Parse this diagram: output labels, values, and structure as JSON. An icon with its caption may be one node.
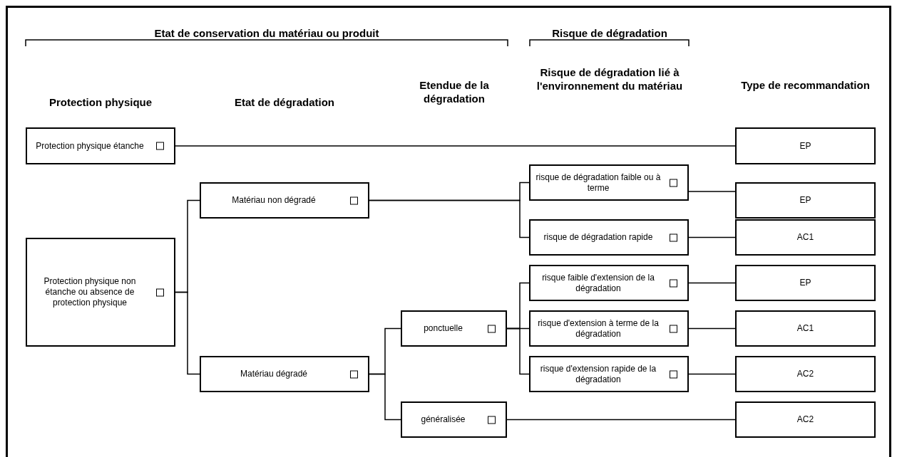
{
  "diagram": {
    "nodes": [
      {
        "text": [
          "Protection physique étanche"
        ]
      },
      {
        "text": [
          "Protection physique non étanche ou absence de protection physique"
        ]
      },
      {
        "text": [
          "Matériau non dégradé"
        ]
      },
      {
        "text": [
          "Matériau dégradé"
        ]
      },
      {
        "text": [
          "ponctuelle"
        ]
      },
      {
        "text": [
          "généralisée"
        ]
      },
      {
        "text": [
          "risque de dégradation faible ou à terme"
        ]
      },
      {
        "text": [
          "risque de dégradation rapide"
        ]
      },
      {
        "text": [
          "risque faible d'extension de la dégradation"
        ]
      },
      {
        "text": [
          "risque d'extension à terme de la dégradation"
        ]
      },
      {
        "text": [
          "risque d'extension rapide de la dégradation"
        ]
      },
      {
        "text": [
          "EP"
        ]
      },
      {
        "text": [
          "EP"
        ]
      },
      {
        "text": [
          "AC1"
        ]
      },
      {
        "text": [
          "EP"
        ]
      },
      {
        "text": [
          "AC1"
        ]
      },
      {
        "text": [
          "AC2"
        ]
      },
      {
        "text": [
          "AC2"
        ]
      }
    ],
    "edges": [
      {
        "from": 0,
        "to": 11,
        "arrow": "none"
      },
      {
        "from": 1,
        "to": 2,
        "arrow": "none"
      },
      {
        "from": 1,
        "to": 3,
        "arrow": "none"
      },
      {
        "from": 2,
        "to": 6,
        "arrow": "none"
      },
      {
        "from": 2,
        "to": 7,
        "arrow": "none"
      },
      {
        "from": 3,
        "to": 4,
        "arrow": "none"
      },
      {
        "from": 3,
        "to": 5,
        "arrow": "none"
      },
      {
        "from": 4,
        "to": 8,
        "arrow": "none"
      },
      {
        "from": 4,
        "to": 9,
        "arrow": "none"
      },
      {
        "from": 4,
        "to": 10,
        "arrow": "none"
      },
      {
        "from": 6,
        "to": 12,
        "arrow": "none"
      },
      {
        "from": 7,
        "to": 13,
        "arrow": "none"
      },
      {
        "from": 8,
        "to": 14,
        "arrow": "none"
      },
      {
        "from": 9,
        "to": 15,
        "arrow": "none"
      },
      {
        "from": 10,
        "to": 16,
        "arrow": "none"
      },
      {
        "from": 5,
        "to": 17,
        "arrow": "none"
      }
    ],
    "labels": [
      "Etat de conservation du matériau ou produit",
      "Risque de dégradation",
      "Risque de dégradation lié à l'environnement du matériau",
      "Etendue de la dégradation",
      "Protection physique",
      "Etat de dégradation",
      "Type de recommandation"
    ]
  }
}
